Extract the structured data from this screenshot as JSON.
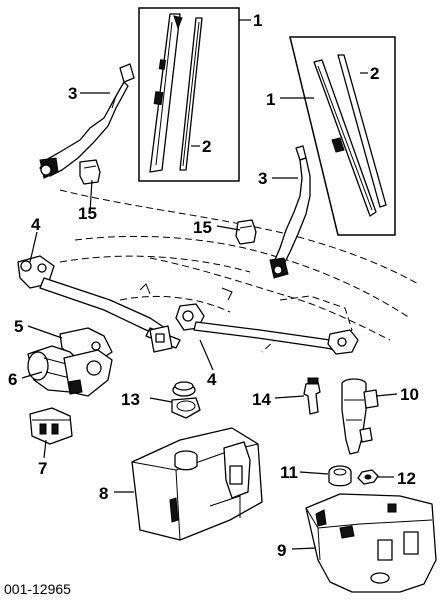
{
  "figure": {
    "drawing_number": "001-12965",
    "callouts": [
      "1",
      "1",
      "2",
      "2",
      "3",
      "3",
      "4",
      "4",
      "5",
      "6",
      "7",
      "8",
      "9",
      "10",
      "11",
      "12",
      "13",
      "14",
      "15",
      "15"
    ]
  },
  "parts": [
    {
      "id": "wiper-blade",
      "number": "1"
    },
    {
      "id": "wiper-blade-insert",
      "number": "2"
    },
    {
      "id": "wiper-arm",
      "number": "3"
    },
    {
      "id": "wiper-linkage",
      "number": "4"
    },
    {
      "id": "wiper-motor-bracket",
      "number": "5"
    },
    {
      "id": "wiper-motor",
      "number": "6"
    },
    {
      "id": "motor-connector",
      "number": "7"
    },
    {
      "id": "washer-reservoir",
      "number": "8"
    },
    {
      "id": "reservoir-shield",
      "number": "9"
    },
    {
      "id": "filler-neck",
      "number": "10"
    },
    {
      "id": "grommet",
      "number": "11"
    },
    {
      "id": "nut",
      "number": "12"
    },
    {
      "id": "reservoir-cap",
      "number": "13"
    },
    {
      "id": "washer-pump",
      "number": "14"
    },
    {
      "id": "arm-cap",
      "number": "15"
    }
  ]
}
